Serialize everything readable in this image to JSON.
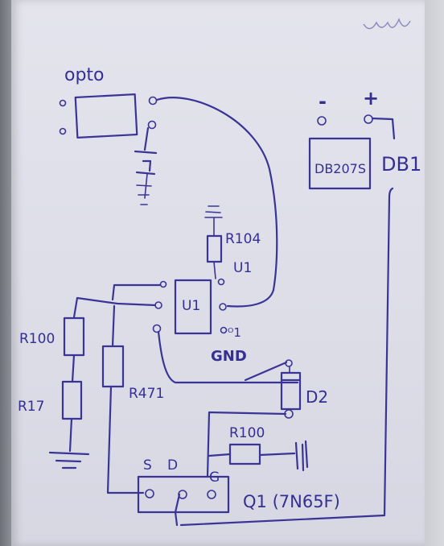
{
  "labels": {
    "opto": "opto",
    "db_minus": "-",
    "db_plus": "+",
    "db_part": "DB207S",
    "db_ref": "DB1",
    "r104": "R104",
    "u1_ref": "U1",
    "u1_chip": "U1",
    "gnd": "GND",
    "r100_left": "R100",
    "r17": "R17",
    "r471": "R471",
    "d2": "D2",
    "r100_mid": "R100",
    "s": "S",
    "d": "D",
    "g": "G",
    "q1": "Q1 (7N65F)"
  }
}
